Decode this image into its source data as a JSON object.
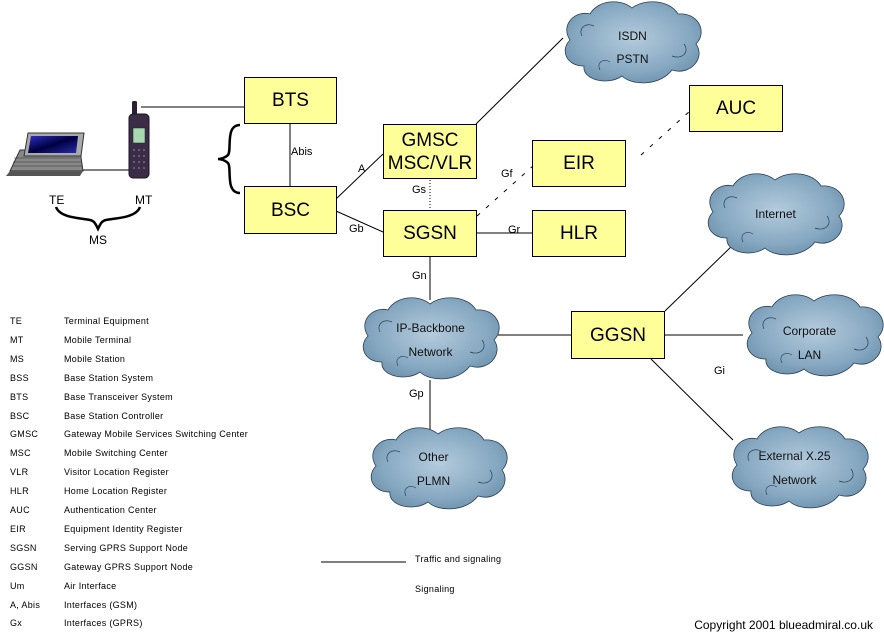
{
  "diagram": {
    "nodes": {
      "bts": "BTS",
      "bsc": "BSC",
      "gmsc_line1": "GMSC",
      "gmsc_line2": "MSC/VLR",
      "sgsn": "SGSN",
      "eir": "EIR",
      "hlr": "HLR",
      "auc": "AUC",
      "ggsn": "GGSN"
    },
    "clouds": {
      "isdn": [
        "ISDN",
        "PSTN"
      ],
      "internet": [
        "Internet"
      ],
      "ip_backbone": [
        "IP-Backbone",
        "Network"
      ],
      "corporate": [
        "Corporate",
        "LAN"
      ],
      "other_plmn": [
        "Other",
        "PLMN"
      ],
      "x25": [
        "External X.25",
        "Network"
      ]
    },
    "interfaces": {
      "abis": "Abis",
      "a": "A",
      "gb": "Gb",
      "gs": "Gs",
      "gf": "Gf",
      "gr": "Gr",
      "gn": "Gn",
      "gp": "Gp",
      "gi": "Gi"
    },
    "mobile_station": {
      "te": "TE",
      "mt": "MT",
      "ms": "MS"
    },
    "colors": {
      "node_fill": "#ffff99",
      "cloud_fill": "#8fb0c8",
      "cloud_edge": "#2b3f55"
    }
  },
  "glossary": [
    {
      "abbr": "TE",
      "def": "Terminal Equipment"
    },
    {
      "abbr": "MT",
      "def": "Mobile Terminal"
    },
    {
      "abbr": "MS",
      "def": "Mobile Station"
    },
    {
      "abbr": "BSS",
      "def": "Base Station System"
    },
    {
      "abbr": "BTS",
      "def": "Base Transceiver System"
    },
    {
      "abbr": "BSC",
      "def": "Base Station Controller"
    },
    {
      "abbr": "GMSC",
      "def": "Gateway Mobile Services Switching Center"
    },
    {
      "abbr": "MSC",
      "def": "Mobile Switching Center"
    },
    {
      "abbr": "VLR",
      "def": "Visitor Location Register"
    },
    {
      "abbr": "HLR",
      "def": "Home Location Register"
    },
    {
      "abbr": "AUC",
      "def": "Authentication Center"
    },
    {
      "abbr": "EIR",
      "def": "Equipment Identity Register"
    },
    {
      "abbr": "SGSN",
      "def": "Serving GPRS Support Node"
    },
    {
      "abbr": "GGSN",
      "def": "Gateway GPRS Support Node"
    },
    {
      "abbr": "Um",
      "def": "Air Interface"
    },
    {
      "abbr": "A, Abis",
      "def": "Interfaces (GSM)"
    },
    {
      "abbr": "Gx",
      "def": "Interfaces (GPRS)"
    }
  ],
  "legend": {
    "solid": "Traffic and signaling",
    "dotted": "Signaling"
  },
  "copyright": "Copyright 2001 blueadmiral.co.uk"
}
